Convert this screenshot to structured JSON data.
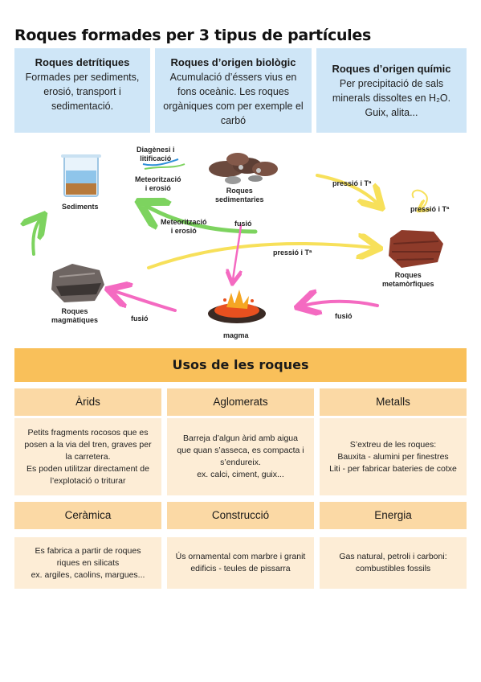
{
  "title": "Roques formades per 3 tipus de partícules",
  "types": [
    {
      "heading": "Roques detrítiques",
      "text": "Formades per sediments, erosió, transport i sedimentació."
    },
    {
      "heading": "Roques d’origen biològic",
      "text": "Acumulació d’éssers vius en fons oceànic. Les roques orgàniques com per exemple el carbó"
    },
    {
      "heading": "Roques d’origen químic",
      "text": "Per precipitació de sals minerals dissoltes en H₂O. Guix, alita..."
    }
  ],
  "cycle": {
    "nodes": {
      "sediments": "Sediments",
      "sedimentary": "Roques\nsedimentaries",
      "metamorphic": "Roques\nmetamòrfiques",
      "magma": "magma",
      "igneous": "Roques\nmagmàtiques"
    },
    "arrows": {
      "diagenesis": "Diagènesi i\nlitificació",
      "weathering_top": "Meteorització\ni erosió",
      "pressure_1": "pressió i Tª",
      "pressure_2": "pressió i Tª",
      "weathering_mid": "Meteorització\ni erosió",
      "melting_mid": "fusió",
      "pressure_3": "pressió i Tª",
      "melting_right": "fusió",
      "melting_left": "fusió"
    },
    "colors": {
      "green": "#7dd35f",
      "yellow": "#f7e05a",
      "pink": "#f46ac1",
      "blue": "#2f8fd8"
    }
  },
  "uses": {
    "heading": "Usos de les roques",
    "items": [
      {
        "title": "Àrids",
        "text": "Petits fragments rocosos que es posen a la via del tren, graves per la carretera.\nEs poden utilitzar directament de l’explotació o triturar"
      },
      {
        "title": "Aglomerats",
        "text": "Barreja d’algun àrid amb aigua que quan s’asseca, es compacta i s’endureix.\nex. calci, ciment, guix..."
      },
      {
        "title": "Metalls",
        "text": "S’extreu de les roques:\nBauxita - alumini per finestres\nLiti - per fabricar bateries de cotxe"
      },
      {
        "title": "Ceràmica",
        "text": "Es fabrica a partir de roques riques en silicats\nex. argiles, caolins, margues..."
      },
      {
        "title": "Construcció",
        "text": "Ús ornamental com marbre i granit\nedificis - teules de pissarra"
      },
      {
        "title": "Energia",
        "text": "Gas natural, petroli i carboni: combustibles fossils"
      }
    ]
  }
}
